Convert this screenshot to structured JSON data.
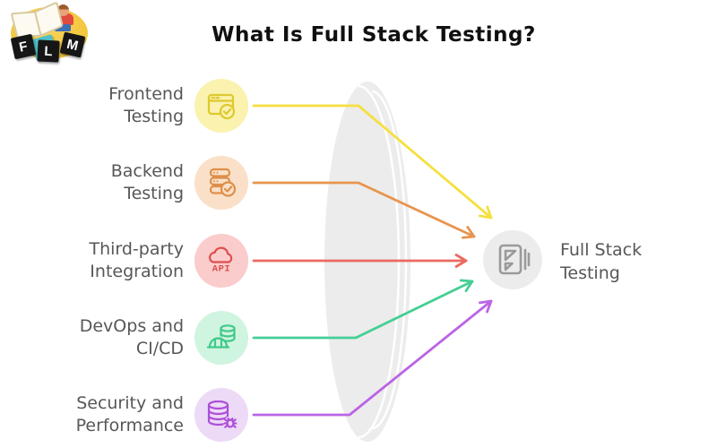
{
  "page": {
    "title": "What Is Full Stack Testing?",
    "background_color": "#FFFFFF",
    "title_color": "#101010",
    "text_color": "#57575A"
  },
  "logo": {
    "letters": [
      "F",
      "L",
      "M"
    ],
    "ellipse_color": "#F5C844",
    "tile_color": "#161616",
    "tile_accent_color": "#4FC0C8",
    "letter_color": "#FFFFFF"
  },
  "diagram": {
    "items": [
      {
        "label_lines": [
          "Frontend",
          "Testing"
        ],
        "icon": "browser-check-icon",
        "accent": "#DEC92F",
        "bg": "#FAF2AE",
        "arrow": "#F5E03D"
      },
      {
        "label_lines": [
          "Backend",
          "Testing"
        ],
        "icon": "server-check-icon",
        "accent": "#DE8F4B",
        "bg": "#FAE0C8",
        "arrow": "#E8954E"
      },
      {
        "label_lines": [
          "Third-party",
          "Integration"
        ],
        "icon": "cloud-api-icon",
        "api_text": "API",
        "accent": "#DE4F4F",
        "bg": "#FACCCB",
        "arrow": "#EC6A60"
      },
      {
        "label_lines": [
          "DevOps and",
          "CI/CD"
        ],
        "icon": "helmet-database-icon",
        "accent": "#3FC98B",
        "bg": "#CFF4DF",
        "arrow": "#45CE95"
      },
      {
        "label_lines": [
          "Security and",
          "Performance"
        ],
        "icon": "database-bug-icon",
        "accent": "#AE4ED8",
        "bg": "#EDDAF7",
        "arrow": "#BB64E6"
      }
    ],
    "target": {
      "label_lines": [
        "Full Stack",
        "Testing"
      ],
      "icon": "document-stack-icon",
      "circle_color": "#ECECEC",
      "icon_color": "#9A9A9A"
    },
    "lens": {
      "color": "#ECECEC",
      "highlight_color": "#FFFFFF"
    }
  }
}
